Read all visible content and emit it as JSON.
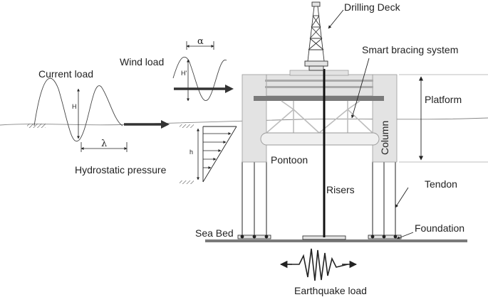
{
  "labels": {
    "drilling_deck": "Drilling Deck",
    "smart_bracing": "Smart bracing system",
    "wind_load": "Wind load",
    "current_load": "Current load",
    "platform": "Platform",
    "column": "Column",
    "pontoon": "Pontoon",
    "hydrostatic": "Hydrostatic pressure",
    "risers": "Risers",
    "tendon": "Tendon",
    "foundation": "Foundation",
    "sea_bed": "Sea Bed",
    "earthquake": "Earthquake load"
  },
  "symbols": {
    "alpha": "α",
    "h_prime": "H'",
    "h_wave": "H",
    "lambda": "λ",
    "h_depth": "h"
  },
  "colors": {
    "structure_fill": "#e3e3e3",
    "bar": "#7a7a7a",
    "line": "#222222",
    "arrow": "#333333"
  }
}
